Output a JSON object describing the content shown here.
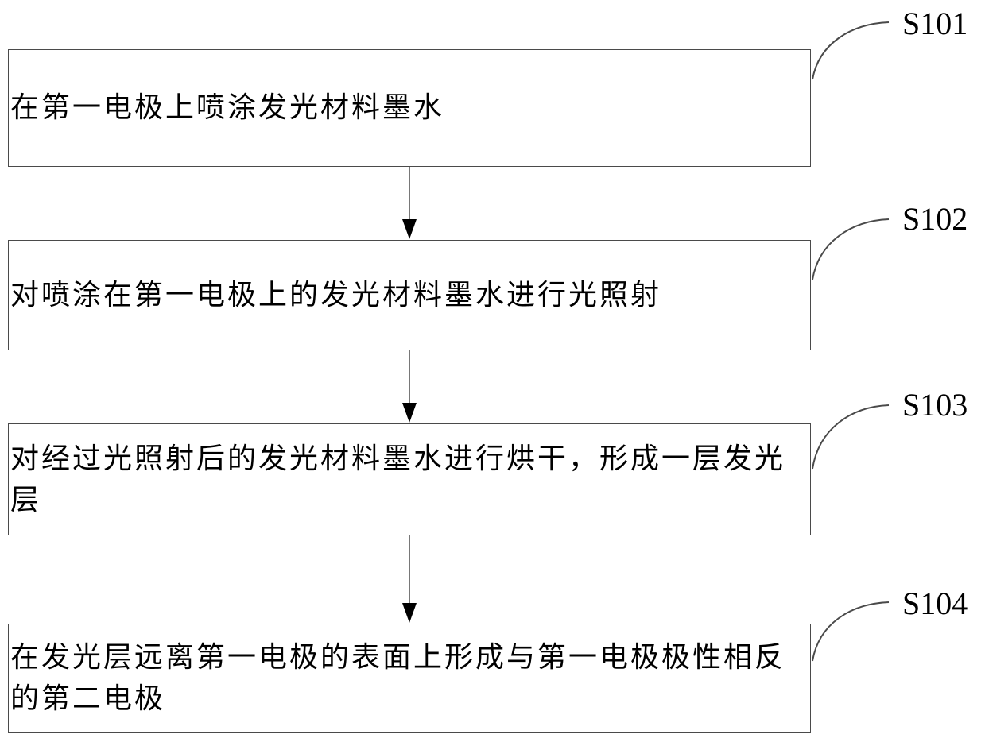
{
  "steps": [
    {
      "label": "S101",
      "text": "在第一电极上喷涂发光材料墨水"
    },
    {
      "label": "S102",
      "text": "对喷涂在第一电极上的发光材料墨水进行光照射"
    },
    {
      "label": "S103",
      "text": "对经过光照射后的发光材料墨水进行烘干，形成一层发光层"
    },
    {
      "label": "S104",
      "text": "在发光层远离第一电极的表面上形成与第一电极极性相反的第二电极"
    }
  ],
  "colors": {
    "line": "#4a4a4a",
    "arrow": "#000000"
  }
}
